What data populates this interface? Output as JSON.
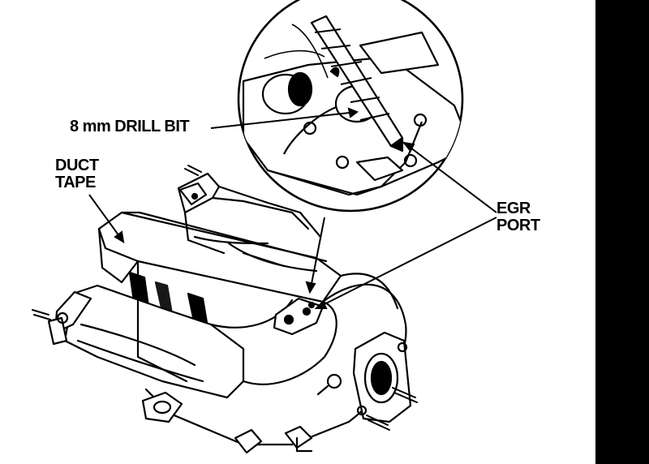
{
  "labels": {
    "drill_bit": "8 mm DRILL BIT",
    "duct_tape_line1": "DUCT",
    "duct_tape_line2": "TAPE",
    "egr_port_line1": "EGR",
    "egr_port_line2": "PORT"
  },
  "colors": {
    "ink": "#000000",
    "paper": "#ffffff"
  }
}
